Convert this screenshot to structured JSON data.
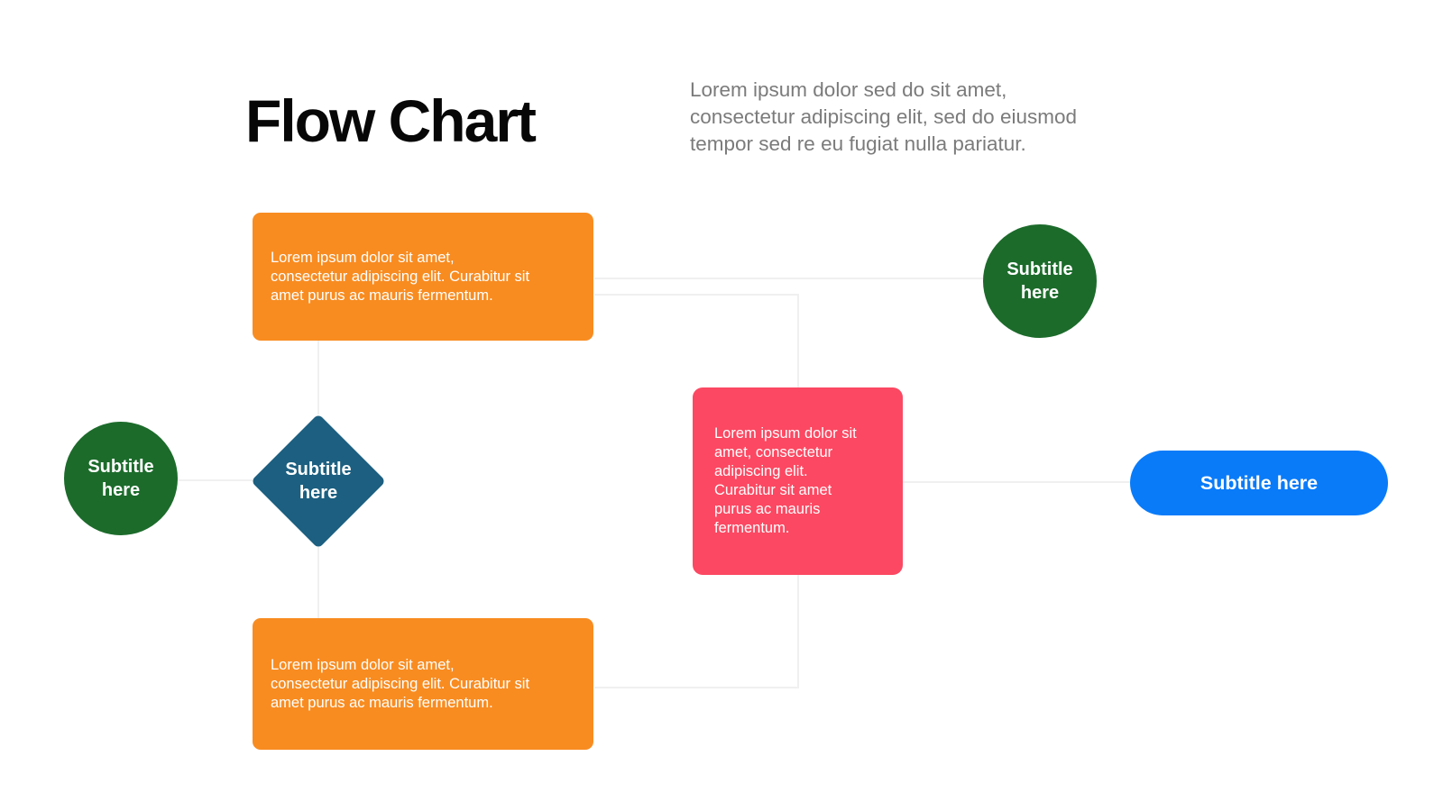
{
  "header": {
    "title": "Flow Chart",
    "description": [
      "Lorem ipsum dolor sed do sit amet,",
      "consectetur adipiscing elit, sed do eiusmod",
      "tempor sed re eu fugiat nulla pariatur."
    ]
  },
  "colors": {
    "orange_process": "#F88C21",
    "green_circle": "#1C6B2B",
    "teal_diamond": "#1C5F80",
    "pink_process": "#FC4862",
    "blue_pill": "#097BF9",
    "connector_gray": "#F0F0F0",
    "description_gray": "#7B7B7B",
    "title_black": "#070707",
    "node_text": "#FFFFFF",
    "background": "#FFFFFF"
  },
  "nodes": {
    "process_top": {
      "lines": [
        "Lorem ipsum dolor sit amet,",
        "consectetur adipiscing elit. Curabitur sit",
        "amet purus ac mauris fermentum."
      ]
    },
    "process_bottom": {
      "lines": [
        "Lorem ipsum dolor sit amet,",
        "consectetur adipiscing elit. Curabitur sit",
        "amet purus ac mauris fermentum."
      ]
    },
    "process_pink": {
      "lines": [
        "Lorem ipsum dolor sit",
        "amet, consectetur",
        "adipiscing elit.",
        "Curabitur sit amet",
        "purus ac mauris",
        "fermentum."
      ]
    },
    "circle_left": {
      "label": [
        "Subtitle",
        "here"
      ]
    },
    "circle_top_right": {
      "label": [
        "Subtitle",
        "here"
      ]
    },
    "diamond_decision": {
      "label": [
        "Subtitle",
        "here"
      ]
    },
    "pill_right": {
      "label": "Subtitle here"
    }
  }
}
